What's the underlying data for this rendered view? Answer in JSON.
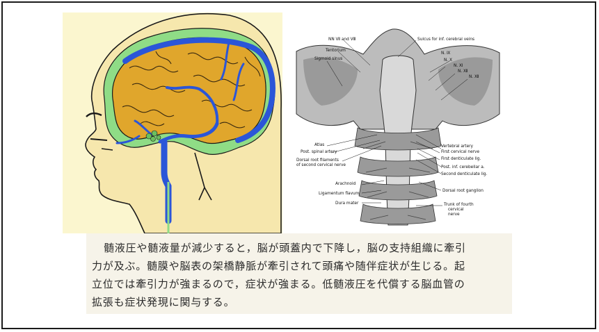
{
  "anatomy_labels": {
    "nn_7_8": "NN Ⅶ and Ⅷ",
    "tentorium": "Tentorium",
    "sigmoid_sinus": "Sigmoid sinus",
    "sulcus": "Sulcus for inf. cerebral veins",
    "n9": "N. Ⅸ",
    "n10": "N. Ⅹ",
    "n11": "N. Ⅺ",
    "n12_a": "N. Ⅻ",
    "n12_b": "N. Ⅻ",
    "atlas": "Atlas",
    "post_spinal_artery": "Post. spinal artery",
    "dorsal_root_filaments_1": "Dorsal root filaments",
    "dorsal_root_filaments_2": "of second cervical nerve",
    "vertebral_artery": "Vertebral artery",
    "first_cervical_nerve": "First cervical nerve",
    "first_denticulate": "First denticulate lig.",
    "post_inf_cerebellar": "Post. inf. cerebellar a.",
    "second_denticulate": "Second denticulate lig.",
    "arachnoid": "Arachnoid",
    "dorsal_root_ganglion": "Dorsal root ganglion",
    "ligamentum_flavum": "Ligamentum flavum",
    "dura_mater": "Dura mater",
    "trunk_fourth_1": "Trunk of fourth",
    "trunk_fourth_2": "cervical",
    "trunk_fourth_3": "nerve"
  },
  "caption": {
    "line1": "髄液圧や髄液量が減少すると，脳が頭蓋内で下降し，脳の支持組織に牽引",
    "line2": "力が及ぶ。髄膜や脳表の架橋静脈が牽引されて頭痛や随伴症状が生じる。起",
    "line3": "立位では牽引力が強まるので，症状が強まる。低髄液圧を代償する脳血管の",
    "line4": "拡張も症状発現に関与する。"
  },
  "colors": {
    "background_panel": "#fbf6cf",
    "skin": "#f6e7ad",
    "brain": "#e0a62c",
    "csf_space": "#8fdc86",
    "vein": "#2b56d8",
    "caption_bg": "#f6f3e9"
  }
}
